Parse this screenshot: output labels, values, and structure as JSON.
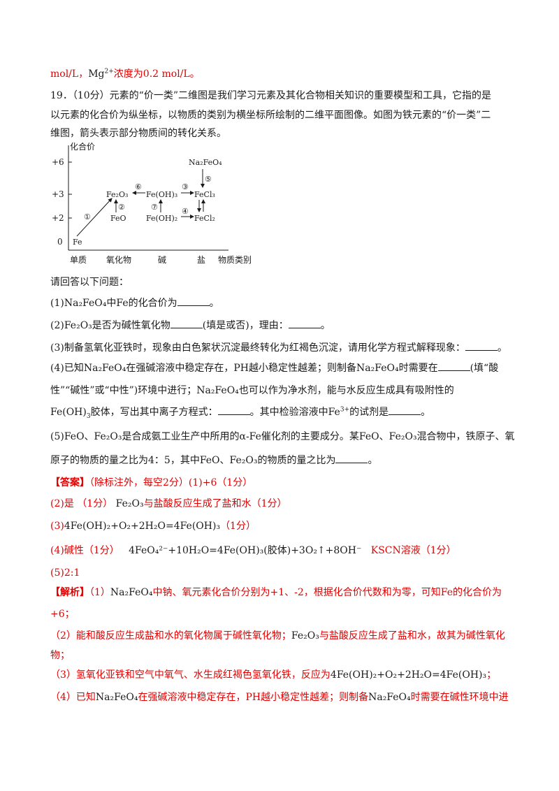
{
  "top_line": {
    "unit": "mol/L，",
    "ion": "Mg",
    "ion_charge": "2+",
    "rest": "浓度为0.2 mol/L。"
  },
  "question": {
    "number": "19．",
    "score": "（10分）",
    "intro_1": "元素的“价一类”二维图是我们学习元素及其化合物相关知识的重要模型和工具，它指的是",
    "intro_2": "以元素的化合价为纵坐标，以物质的类别为横坐标所绘制的二维平面图像。如图为铁元素的“价一类”二",
    "intro_3": "维图，箭头表示部分物质间的转化关系。"
  },
  "diagram": {
    "y_axis_title": "化合价",
    "y_ticks": [
      "+6",
      "+3",
      "+2",
      "0"
    ],
    "x_categories": [
      "单质",
      "氧化物",
      "碱",
      "盐"
    ],
    "x_axis_title": "物质类别",
    "species": {
      "na2feo4": "Na₂FeO₄",
      "fe2o3": "Fe₂O₃",
      "feoh3": "Fe(OH)₃",
      "fecl3": "FeCl₃",
      "feo": "FeO",
      "feoh2": "Fe(OH)₂",
      "fecl2": "FeCl₂",
      "fe": "Fe"
    },
    "arrow_labels": [
      "①",
      "②",
      "③",
      "④",
      "⑤",
      "⑥",
      "⑦"
    ]
  },
  "prompt": "请回答以下问题：",
  "q1": {
    "a": "(1)",
    "b": "中Fe的化合价为",
    "c": "。"
  },
  "q2": {
    "a": "(2)",
    "b": "是否为碱性氧化物",
    "c": "(填是或否)，理由：",
    "d": "。"
  },
  "q3": {
    "a": "(3)制备氢氧化亚铁时，现象由白色絮状沉淀最终转化为红褐色沉淀，请用化学方程式解释现象：",
    "c": "。"
  },
  "q4": {
    "a": "(4)已知",
    "b": "在强碱溶液中稳定存在，PH越小稳定性越差；则制备",
    "c": "时需要在",
    "d": "(填“酸",
    "e": "性”“碱性”或“中性”)环境中进行；",
    "f": "也可以作为净水剂，能与水反应生成具有吸附性的",
    "g": "Fe(OH)",
    "g_sub": "3",
    "h": "胶体，写出其中离子方程式：",
    "i": "。其中检验溶液中Fe",
    "i_sup": "3+",
    "j": "的试剂是",
    "k": "。"
  },
  "q5": {
    "a": "(5)FeO、",
    "b": "是合成氨工业生产中所用的α-Fe催化剂的主要成分。某FeO、",
    "c": "混合物中，铁原子、氧",
    "d": "原子的物质的量之比为4：5，其中FeO、",
    "e": "的物质的量之比为",
    "f": "。"
  },
  "formulas": {
    "na2feo4": "Na₂FeO₄",
    "fe2o3": "Fe₂O₃",
    "eq3": "4Fe(OH)₂+O₂+2H₂O=4Fe(OH)₃",
    "eq4": "4FeO₄²⁻+10H₂O=4Fe(OH)₃(胶体)+3O₂↑+8OH⁻"
  },
  "answer": {
    "tag": "【答案】",
    "note": "（除标注外，每空2分）(1)+6（1分）",
    "a2_a": "(2)是 （1分）",
    "a2_b": "与盐酸反应生成了盐和水（1分）",
    "a3_a": "(3)",
    "a3_c": "（1分）",
    "a4_a": "(4)碱性（1分）",
    "a4_c": "KSCN溶液（1分）",
    "a5": "(5)2:1"
  },
  "analysis": {
    "tag": "【解析】",
    "p1_a": "（1）",
    "p1_b": "中钠、氧元素化合价分别为+1、-2，根据化合价代数和为零，可知Fe的化合价为",
    "p1_c": "+6；",
    "p2_a": "（2）能和酸反应生成盐和水的氧化物属于碱性氧化物；",
    "p2_b": "与盐酸反应生成了盐和水，故其为碱性氧化",
    "p2_c": "物；",
    "p3_a": "（3）氢氧化亚铁和空气中氧气、水生成红褐色氢氧化铁，反应为",
    "p3_c": "；",
    "p4_a": "（4）已知",
    "p4_b": "在强碱溶液中稳定存在，PH越小稳定性越差；则制备",
    "p4_c": "时需要在碱性环境中进"
  }
}
